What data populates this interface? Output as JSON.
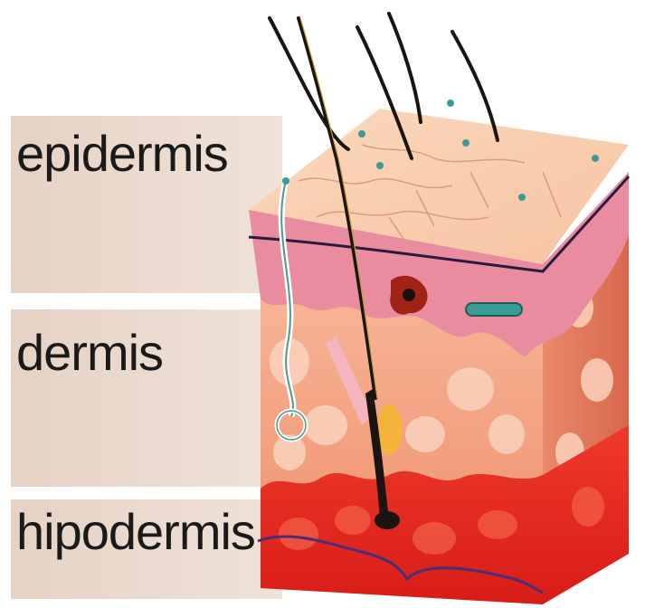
{
  "layers": {
    "epidermis": "epidermis",
    "dermis": "dermis",
    "hipodermis": "hipodermis"
  },
  "colors": {
    "band_fill": "#e8d6c9",
    "epidermis_top": "#f7c9a8",
    "dermis": "#f5a98c",
    "hypodermis": "#e8231d",
    "outline": "#2a1a40",
    "hair": "#1b1410",
    "pore": "#3a9c94"
  }
}
